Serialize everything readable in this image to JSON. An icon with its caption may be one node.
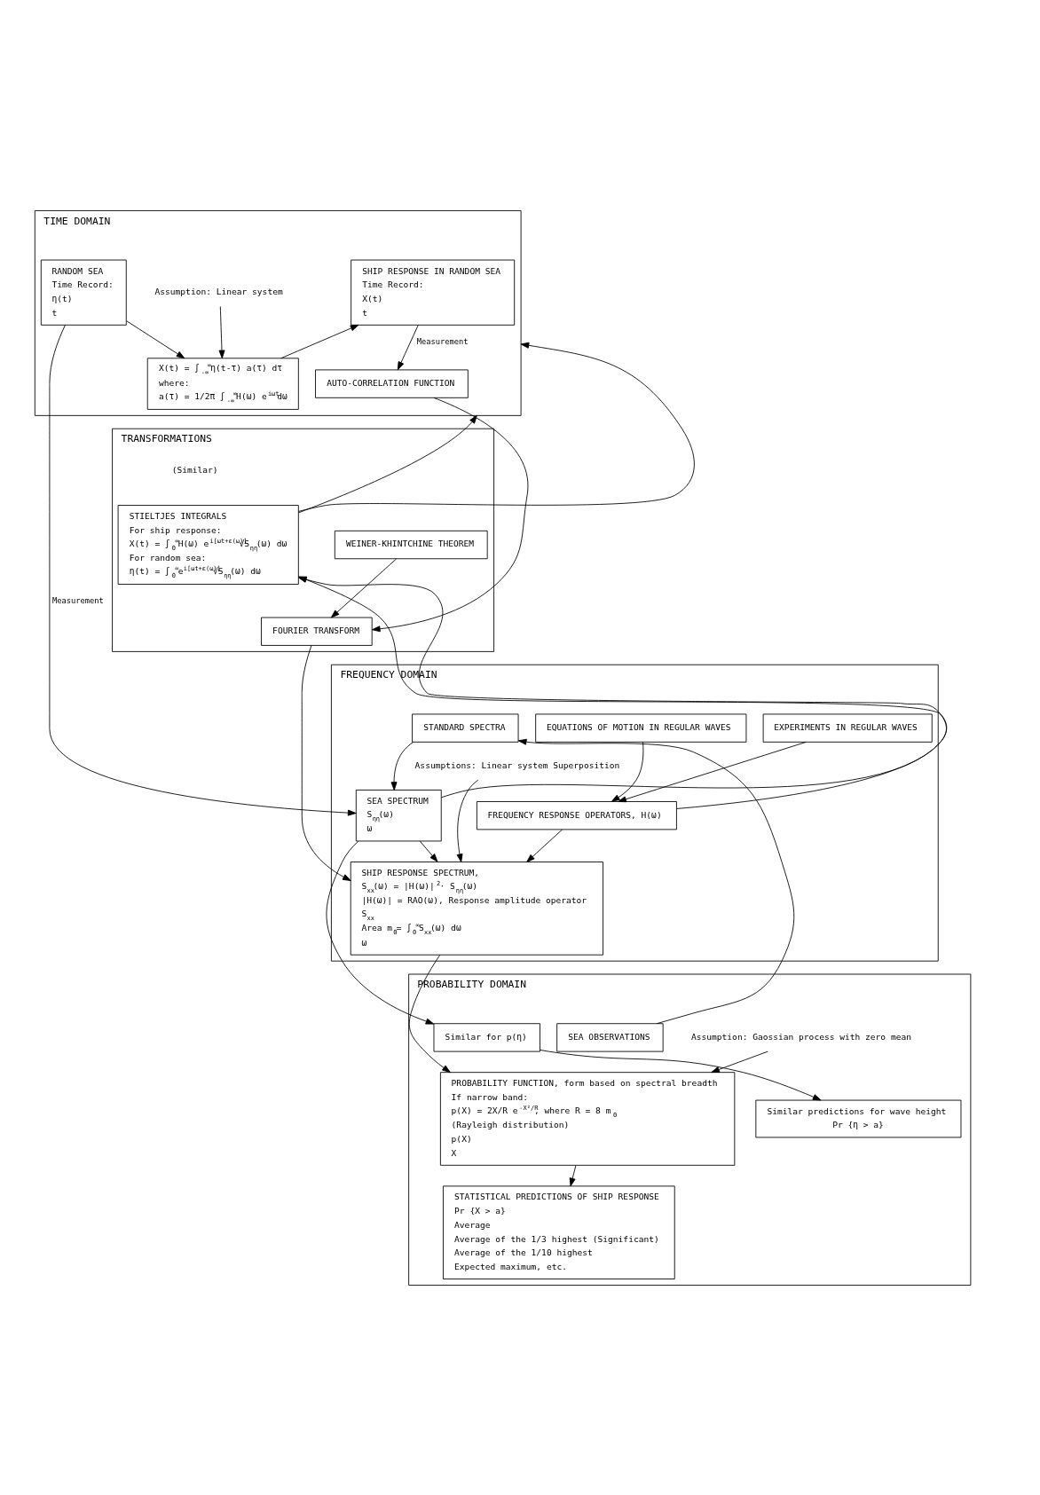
{
  "diagram": {
    "nodes": [
      {
        "text": [
          "TIME DOMAIN"
        ]
      },
      {
        "text": [
          "SHIP RESPONSE IN RANDOM SEA",
          "Time Record:",
          "X(t)",
          "t"
        ],
        "in": 0
      },
      {
        "text": [
          "RANDOM SEA",
          "Time Record:",
          "η(t)",
          "t"
        ],
        "in": 0
      },
      {
        "text": [
          "Assumption: Linear system"
        ],
        "in": 0
      },
      {
        "text": [
          "X(t) = ∫$_{-∞}$$^{∞}$η(t-τ) a(τ) dτ",
          "where:",
          "a(τ) = 1/2π ∫$_{-∞}$$^{∞}$H(ω) e$^{iωt}$dω"
        ],
        "in": 0
      },
      {
        "text": [
          "AUTO-CORRELATION FUNCTION"
        ],
        "in": 0
      },
      {
        "text": [
          "TRANSFORMATIONS"
        ]
      },
      {
        "text": [
          "WEINER-KHINTCHINE THEOREM"
        ],
        "in": 6
      },
      {
        "text": [
          "STIELTJES INTEGRALS",
          "For ship response:",
          "X(t) = ∫$_{0}$$^{∞}$H(ω) e$^{i[ωt+ε(ω)]}$√S$_{ηη}$(ω) dω",
          "For random sea:",
          "η(t) = ∫$_{0}$$^{∞}$e$^{i[ωt+ε(ω)]}$√S$_{ηη}$(ω) dω"
        ],
        "in": 6
      },
      {
        "text": [
          "FOURIER TRANSFORM"
        ],
        "in": 6
      },
      {
        "text": [
          "FREQUENCY DOMAIN"
        ]
      },
      {
        "text": [
          "EQUATIONS OF MOTION IN REGULAR WAVES"
        ],
        "in": 10
      },
      {
        "text": [
          "FREQUENCY RESPONSE OPERATORS, H(ω)"
        ],
        "in": 10
      },
      {
        "text": [
          "EXPERIMENTS IN REGULAR WAVES"
        ],
        "in": 10
      },
      {
        "text": [
          "Assumptions: Linear system Superposition"
        ],
        "in": 10
      },
      {
        "text": [
          "SHIP RESPONSE SPECTRUM,",
          "S$_{xx}$(ω) = |H(ω)|$^{2}$· S$_{ηη}$(ω)",
          "|H(ω)| = RAO(ω), Response amplitude operator",
          "S$_{xx}$",
          "Area m$_{0}$= ∫$_{0}$$^{∞}$S$_{xx}$(ω) dω",
          "ω"
        ],
        "in": 10
      },
      {
        "text": [
          "SEA SPECTRUM",
          "S$_{ηη}$(ω)",
          "ω"
        ],
        "in": 10
      },
      {
        "text": [
          "STANDARD SPECTRA"
        ],
        "in": 10
      },
      {
        "text": [
          "PROBABILITY DOMAIN"
        ]
      },
      {
        "text": [
          "SEA OBSERVATIONS"
        ],
        "in": 18
      },
      {
        "text": [
          "Assumption: Gaossian process with zero mean"
        ],
        "in": 18
      },
      {
        "text": [
          "PROBABILITY FUNCTION, form based on spectral breadth",
          "If narrow band:",
          "p(X) = 2X/R e$^{-X²/R}$, where R = 8 m$_{0}$",
          "(Rayleigh distribution)",
          "p(X)",
          "X"
        ],
        "in": 18
      },
      {
        "text": [
          "Similar for p(η)"
        ],
        "in": 18
      },
      {
        "text": [
          "STATISTICAL PREDICTIONS OF SHIP RESPONSE",
          "Pr {X > a}",
          "Average",
          "Average of the 1/3 highest (Significant)",
          "Average of the 1/10 highest",
          "Expected maximum, etc."
        ],
        "in": 18
      },
      {
        "text": [
          "Similar predictions for wave height",
          "Pr {η > a}"
        ],
        "in": 18
      }
    ],
    "edges": [
      {
        "from": 1,
        "to": 5,
        "arrow": "to",
        "label": "Measurement"
      },
      {
        "from": 2,
        "to": 4,
        "arrow": "to"
      },
      {
        "from": 4,
        "to": 1,
        "arrow": "to"
      },
      {
        "from": 3,
        "to": 4,
        "arrow": "to"
      },
      {
        "from": 5,
        "to": 9,
        "arrow": "to"
      },
      {
        "from": 7,
        "to": 9,
        "arrow": "to"
      },
      {
        "from": 8,
        "to": 0,
        "arrow": "to"
      },
      {
        "from": 8,
        "to": 0,
        "arrow": "to"
      },
      {
        "from": 16,
        "to": 8,
        "arrow": "to"
      },
      {
        "from": 12,
        "to": 8,
        "arrow": "to"
      },
      {
        "from": 11,
        "to": 12,
        "arrow": "to"
      },
      {
        "from": 13,
        "to": 12,
        "arrow": "to"
      },
      {
        "from": 12,
        "to": 15,
        "arrow": "to"
      },
      {
        "from": 14,
        "to": 15,
        "arrow": "to"
      },
      {
        "from": 16,
        "to": 15,
        "arrow": "to"
      },
      {
        "from": 9,
        "to": 15,
        "arrow": "to"
      },
      {
        "from": 2,
        "to": 16,
        "arrow": "to",
        "label": "Measurement"
      },
      {
        "from": 17,
        "to": 16,
        "arrow": "to"
      },
      {
        "from": 19,
        "to": 17,
        "arrow": "to"
      },
      {
        "from": 15,
        "to": 21,
        "arrow": "to"
      },
      {
        "from": 20,
        "to": 21,
        "arrow": "to"
      },
      {
        "from": 21,
        "to": 23,
        "arrow": "to"
      },
      {
        "from": 16,
        "to": 22,
        "arrow": "to"
      },
      {
        "from": 22,
        "to": 24,
        "arrow": "to"
      }
    ],
    "labels": [
      "(Similar)"
    ]
  }
}
